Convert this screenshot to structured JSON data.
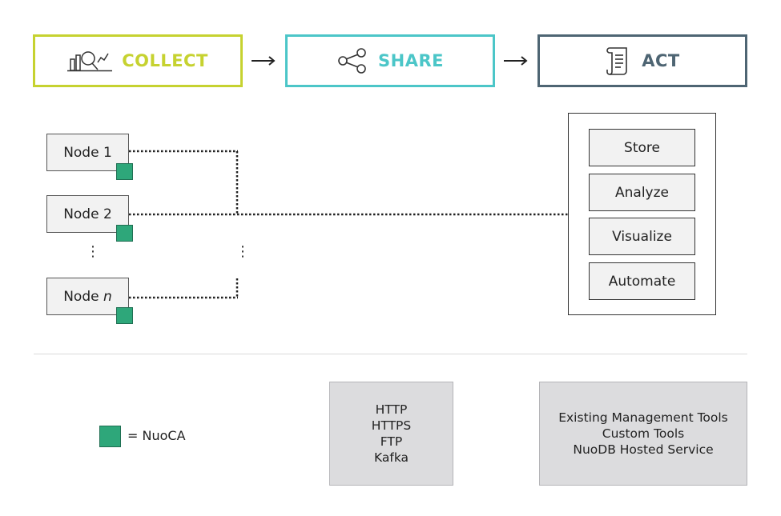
{
  "stages": {
    "collect": {
      "label": "COLLECT",
      "icon": "chart-magnifier-icon",
      "color": "#c6d230"
    },
    "share": {
      "label": "SHARE",
      "icon": "share-icon",
      "color": "#4cc6c8"
    },
    "act": {
      "label": "ACT",
      "icon": "scroll-document-icon",
      "color": "#4e6573"
    }
  },
  "nodes": {
    "node_1": {
      "prefix": "Node",
      "suffix": "1"
    },
    "node_2": {
      "prefix": "Node",
      "suffix": "2"
    },
    "node_n": {
      "prefix": "Node",
      "suffix": "n"
    }
  },
  "dots_glyph": "⋮",
  "act_items": [
    "Store",
    "Analyze",
    "Visualize",
    "Automate"
  ],
  "legend": {
    "text": "= NuoCA",
    "color": "#2ea77a"
  },
  "protocols": [
    "HTTP",
    "HTTPS",
    "FTP",
    "Kafka"
  ],
  "tools": [
    "Existing Management Tools",
    "Custom Tools",
    "NuoDB Hosted Service"
  ]
}
